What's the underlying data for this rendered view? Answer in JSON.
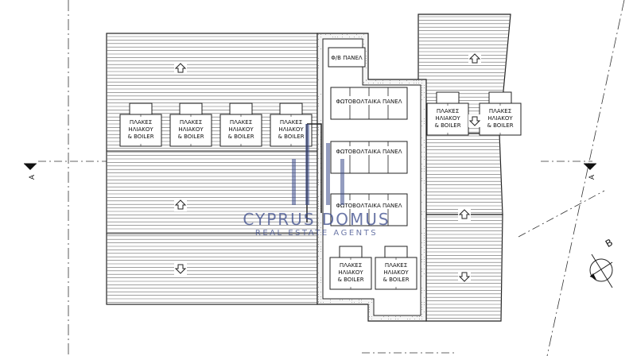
{
  "panel_labels": {
    "pv_small": "Φ/Β ΠΑΝΕΛ",
    "pv_panels": "ΦΩΤΟΒΟΛΤΑΙΚΑ ΠΑΝΕΛ",
    "solar_line1": "ΠΛΑΚΕΣ",
    "solar_line2": "ΗΛΙΑΚΟΥ",
    "solar_line3": "& BOILER"
  },
  "section_marks": {
    "a_left": "A",
    "a_right": "A",
    "b_mark": "B"
  },
  "watermark": {
    "title": "CYPRUS DOMUS",
    "subtitle": "REAL ESTATE AGENTS"
  },
  "colors": {
    "line": "#222222",
    "hatch": "#555555",
    "watermark": "#3a4a8a",
    "background": "#ffffff"
  }
}
